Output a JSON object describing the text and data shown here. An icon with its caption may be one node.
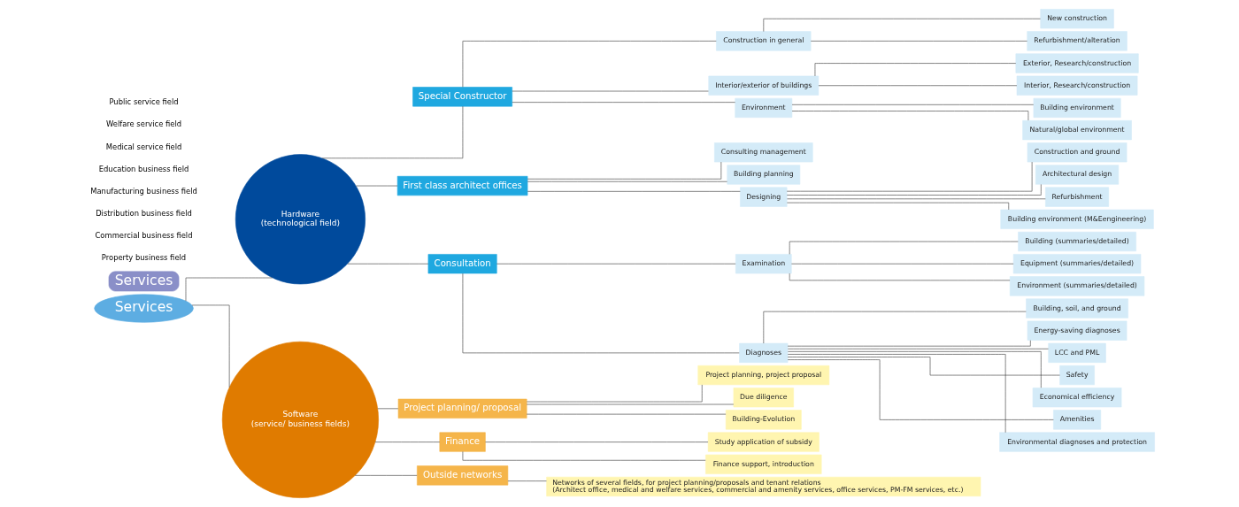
{
  "diagram": {
    "nodes": [
      {
        "text": [
          "Services"
        ]
      },
      {
        "text": [
          "Services"
        ]
      },
      {
        "text": [
          "Hardware",
          "(technological field)"
        ]
      },
      {
        "text": [
          "Software",
          "(service/ business fields)"
        ]
      },
      {
        "text": [
          "Special Constructor"
        ]
      },
      {
        "text": [
          "First class architect offices"
        ]
      },
      {
        "text": [
          "Consultation"
        ]
      },
      {
        "text": [
          "Construction in general"
        ]
      },
      {
        "text": [
          "Interior/exterior of buildings"
        ]
      },
      {
        "text": [
          "Environment"
        ]
      },
      {
        "text": [
          "New construction"
        ]
      },
      {
        "text": [
          "Refurbishment/alteration"
        ]
      },
      {
        "text": [
          "Exterior, Research/construction"
        ]
      },
      {
        "text": [
          "Interior, Research/construction"
        ]
      },
      {
        "text": [
          "Building environment"
        ]
      },
      {
        "text": [
          "Natural/global environment"
        ]
      },
      {
        "text": [
          "Consulting management"
        ]
      },
      {
        "text": [
          "Building planning"
        ]
      },
      {
        "text": [
          "Designing"
        ]
      },
      {
        "text": [
          "Construction and ground"
        ]
      },
      {
        "text": [
          "Architectural design"
        ]
      },
      {
        "text": [
          "Refurbishment"
        ]
      },
      {
        "text": [
          "Building environment (M&Eengineering)"
        ]
      },
      {
        "text": [
          "Examination"
        ]
      },
      {
        "text": [
          "Diagnoses"
        ]
      },
      {
        "text": [
          "Building (summaries/detailed)"
        ]
      },
      {
        "text": [
          "Equipment (summaries/detailed)"
        ]
      },
      {
        "text": [
          "Environment (summaries/detailed)"
        ]
      },
      {
        "text": [
          "Building, soil, and ground"
        ]
      },
      {
        "text": [
          "Energy-saving diagnoses"
        ]
      },
      {
        "text": [
          "LCC and PML"
        ]
      },
      {
        "text": [
          "Safety"
        ]
      },
      {
        "text": [
          "Economical efficiency"
        ]
      },
      {
        "text": [
          "Amenities"
        ]
      },
      {
        "text": [
          "Environmental diagnoses and protection"
        ]
      },
      {
        "text": [
          "Project planning/ proposal"
        ]
      },
      {
        "text": [
          "Finance"
        ]
      },
      {
        "text": [
          "Outside networks"
        ]
      },
      {
        "text": [
          "Project planning, project proposal"
        ]
      },
      {
        "text": [
          "Due diligence"
        ]
      },
      {
        "text": [
          "Building-Evolution"
        ]
      },
      {
        "text": [
          "Study application of subsidy"
        ]
      },
      {
        "text": [
          "Finance support, introduction"
        ]
      },
      {
        "text": [
          "Networks of several fields, for project planning/proposals and tenant relations",
          "(Architect office, medical and welfare services, commercial and amenity services, office services, PM-FM services, etc.)"
        ]
      }
    ],
    "edges": [
      {
        "from": 1,
        "to": 2,
        "arrow": "none"
      },
      {
        "from": 1,
        "to": 3,
        "arrow": "none"
      },
      {
        "from": 2,
        "to": 4,
        "arrow": "none"
      },
      {
        "from": 2,
        "to": 5,
        "arrow": "none"
      },
      {
        "from": 2,
        "to": 6,
        "arrow": "none"
      },
      {
        "from": 4,
        "to": 7,
        "arrow": "none"
      },
      {
        "from": 4,
        "to": 8,
        "arrow": "none"
      },
      {
        "from": 4,
        "to": 9,
        "arrow": "none"
      },
      {
        "from": 7,
        "to": 10,
        "arrow": "none"
      },
      {
        "from": 7,
        "to": 11,
        "arrow": "none"
      },
      {
        "from": 8,
        "to": 12,
        "arrow": "none"
      },
      {
        "from": 8,
        "to": 13,
        "arrow": "none"
      },
      {
        "from": 9,
        "to": 14,
        "arrow": "none"
      },
      {
        "from": 9,
        "to": 15,
        "arrow": "none"
      },
      {
        "from": 5,
        "to": 16,
        "arrow": "none"
      },
      {
        "from": 5,
        "to": 17,
        "arrow": "none"
      },
      {
        "from": 5,
        "to": 18,
        "arrow": "none"
      },
      {
        "from": 18,
        "to": 19,
        "arrow": "none"
      },
      {
        "from": 18,
        "to": 20,
        "arrow": "none"
      },
      {
        "from": 18,
        "to": 21,
        "arrow": "none"
      },
      {
        "from": 18,
        "to": 22,
        "arrow": "none"
      },
      {
        "from": 6,
        "to": 23,
        "arrow": "none"
      },
      {
        "from": 6,
        "to": 24,
        "arrow": "none"
      },
      {
        "from": 23,
        "to": 25,
        "arrow": "none"
      },
      {
        "from": 23,
        "to": 26,
        "arrow": "none"
      },
      {
        "from": 23,
        "to": 27,
        "arrow": "none"
      },
      {
        "from": 24,
        "to": 28,
        "arrow": "none"
      },
      {
        "from": 24,
        "to": 29,
        "arrow": "none"
      },
      {
        "from": 24,
        "to": 30,
        "arrow": "none"
      },
      {
        "from": 24,
        "to": 31,
        "arrow": "none"
      },
      {
        "from": 24,
        "to": 32,
        "arrow": "none"
      },
      {
        "from": 24,
        "to": 33,
        "arrow": "none"
      },
      {
        "from": 24,
        "to": 34,
        "arrow": "none"
      },
      {
        "from": 3,
        "to": 35,
        "arrow": "none"
      },
      {
        "from": 3,
        "to": 36,
        "arrow": "none"
      },
      {
        "from": 3,
        "to": 37,
        "arrow": "none"
      },
      {
        "from": 35,
        "to": 38,
        "arrow": "none"
      },
      {
        "from": 35,
        "to": 39,
        "arrow": "none"
      },
      {
        "from": 35,
        "to": 40,
        "arrow": "none"
      },
      {
        "from": 36,
        "to": 41,
        "arrow": "none"
      },
      {
        "from": 36,
        "to": 42,
        "arrow": "none"
      },
      {
        "from": 37,
        "to": 43,
        "arrow": "none"
      }
    ],
    "labels": [
      "Property business field",
      "Commercial business field",
      "Distribution business field",
      "Manufacturing business field",
      "Education business field",
      "Medical service field",
      "Welfare service field",
      "Public service field"
    ]
  }
}
